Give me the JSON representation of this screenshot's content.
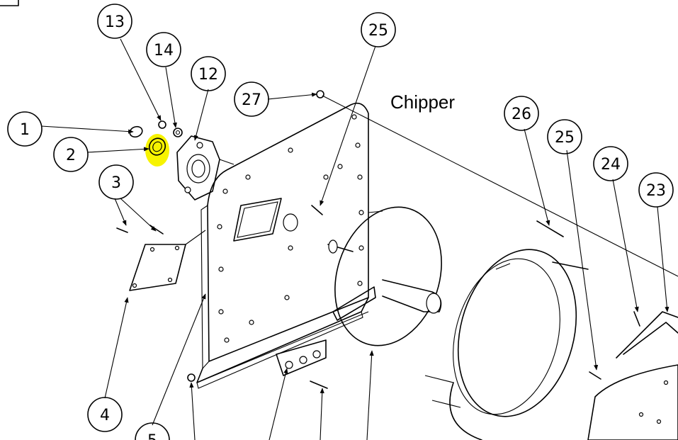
{
  "title": "Chipper",
  "colors": {
    "highlight": "#f7f300",
    "line": "#000000",
    "background": "#ffffff"
  },
  "callouts": [
    {
      "label": "1"
    },
    {
      "label": "2"
    },
    {
      "label": "3"
    },
    {
      "label": "4"
    },
    {
      "label": "5"
    },
    {
      "label": "12"
    },
    {
      "label": "13"
    },
    {
      "label": "14"
    },
    {
      "label": "23"
    },
    {
      "label": "24"
    },
    {
      "label": "25"
    },
    {
      "label": "25"
    },
    {
      "label": "26"
    },
    {
      "label": "27"
    }
  ],
  "highlighted_part": "2"
}
